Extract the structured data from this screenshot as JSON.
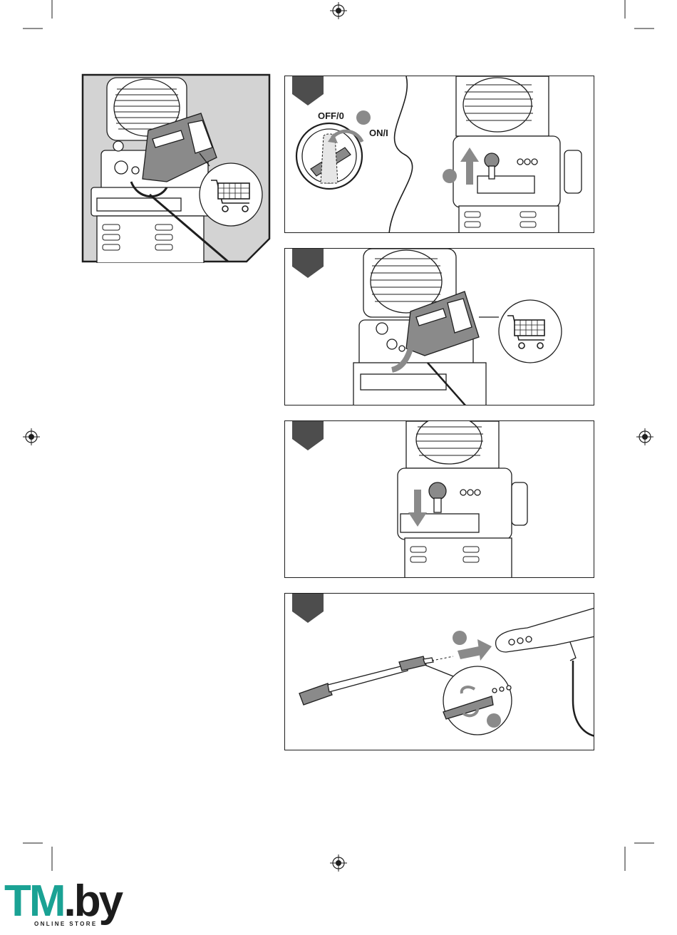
{
  "switch": {
    "off_label": "OFF/0",
    "on_label": "ON/I"
  },
  "icons": {
    "registration": "registration-crosshair-icon",
    "cart": "shopping-cart-icon",
    "arrow_up": "arrow-up-icon",
    "arrow_down": "arrow-down-icon",
    "rotate": "rotate-arrows-icon",
    "step_tag": "step-tag-icon"
  },
  "colors": {
    "line": "#1e1e1e",
    "grey_fill": "#8a8a8a",
    "tag": "#4d4d4d",
    "brand_teal": "#1aa294"
  },
  "brand": {
    "logo_main": "TM.by",
    "logo_sub": "ONLINE STORE"
  }
}
